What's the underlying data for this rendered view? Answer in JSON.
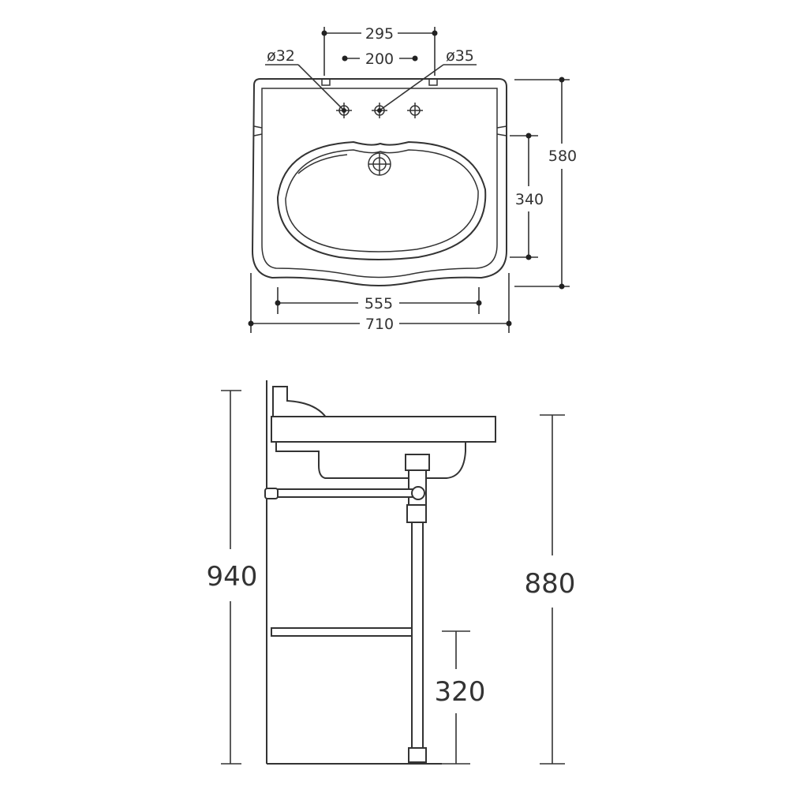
{
  "plan_view": {
    "dims": {
      "tap_spacing_outer": "295",
      "tap_spacing_inner": "200",
      "hole_left": "ø32",
      "hole_right": "ø35",
      "depth_total": "580",
      "bowl_depth": "340",
      "bowl_width": "555",
      "width_total": "710"
    }
  },
  "side_view": {
    "dims": {
      "total_height": "940",
      "rim_height": "880",
      "shelf_height": "320"
    }
  }
}
